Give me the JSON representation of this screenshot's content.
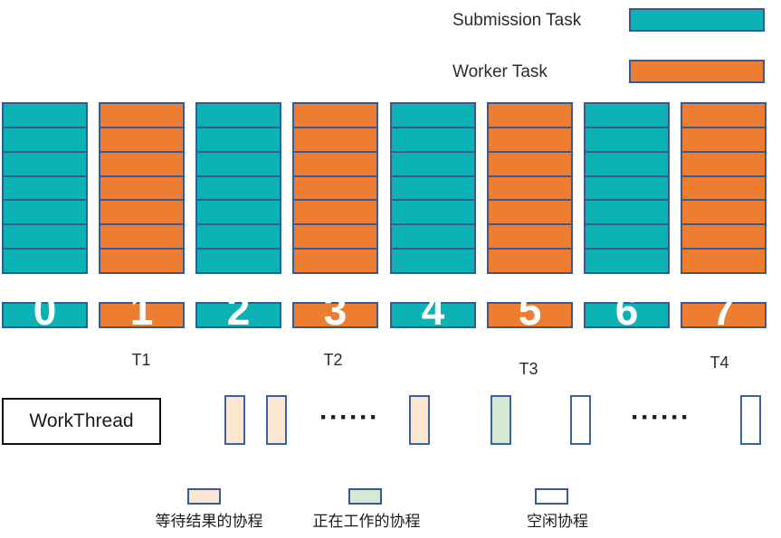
{
  "colors": {
    "teal": "#0cb2b4",
    "orange": "#ec7d31",
    "border_blue": "#375a93",
    "peach": "#fce6d2",
    "green": "#d6e8d4",
    "idle_white": "#ffffff",
    "text": "#2b2b2b"
  },
  "top_legend": [
    {
      "label": "Submission Task",
      "type": "submission",
      "color": "#0cb2b4"
    },
    {
      "label": "Worker Task",
      "type": "worker",
      "color": "#ec7d31"
    }
  ],
  "queues": [
    {
      "index": "0",
      "type": "submission",
      "segments": 7
    },
    {
      "index": "1",
      "type": "worker",
      "segments": 7
    },
    {
      "index": "2",
      "type": "submission",
      "segments": 7
    },
    {
      "index": "3",
      "type": "worker",
      "segments": 7
    },
    {
      "index": "4",
      "type": "submission",
      "segments": 7
    },
    {
      "index": "5",
      "type": "worker",
      "segments": 7
    },
    {
      "index": "6",
      "type": "submission",
      "segments": 7
    },
    {
      "index": "7",
      "type": "worker",
      "segments": 7
    }
  ],
  "thread_labels": {
    "t1": "T1",
    "t2": "T2",
    "t3": "T3",
    "t4": "T4"
  },
  "workthread": {
    "label": "WorkThread"
  },
  "coroutine_row": [
    {
      "kind": "waiting"
    },
    {
      "kind": "waiting"
    },
    {
      "kind": "dots",
      "text": "······"
    },
    {
      "kind": "waiting"
    },
    {
      "kind": "working"
    },
    {
      "kind": "idle"
    },
    {
      "kind": "dots",
      "text": "······"
    },
    {
      "kind": "idle"
    }
  ],
  "bottom_legend": [
    {
      "kind": "waiting",
      "label": "等待结果的协程"
    },
    {
      "kind": "working",
      "label": "正在工作的协程"
    },
    {
      "kind": "idle",
      "label": "空闲协程"
    }
  ]
}
